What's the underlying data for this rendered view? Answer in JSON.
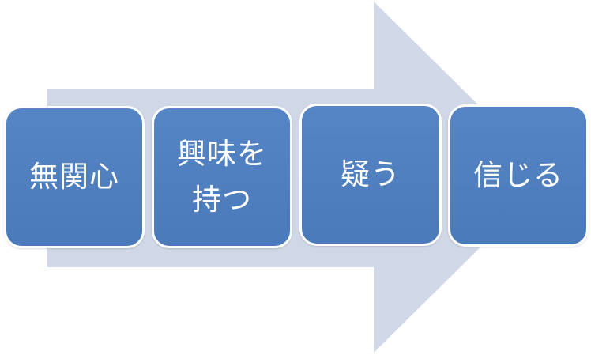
{
  "colors": {
    "arrow": "#d0d8e7",
    "box_fill": "#4f7fbf",
    "box_border": "#ffffff",
    "text": "#ffffff"
  },
  "steps": [
    {
      "label": "無関心"
    },
    {
      "label": "興味を\n持つ"
    },
    {
      "label": "疑う"
    },
    {
      "label": "信じる"
    }
  ]
}
